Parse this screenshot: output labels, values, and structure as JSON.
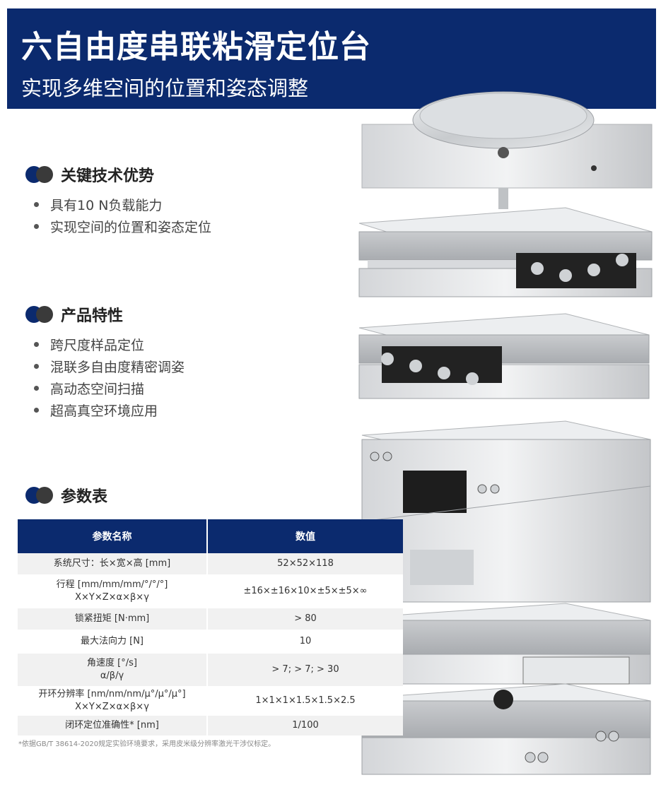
{
  "header": {
    "title": "六自由度串联粘滑定位台",
    "subtitle": "实现多维空间的位置和姿态调整"
  },
  "sections": {
    "advantages": {
      "title": "关键技术优势",
      "items": [
        "具有10 N负载能力",
        "实现空间的位置和姿态定位"
      ]
    },
    "features": {
      "title": "产品特性",
      "items": [
        "跨尺度样品定位",
        "混联多自由度精密调姿",
        "高动态空间扫描",
        "超高真空环境应用"
      ]
    },
    "params": {
      "title": "参数表"
    }
  },
  "table": {
    "headers": [
      "参数名称",
      "数值"
    ],
    "rows": [
      {
        "name": [
          "系统尺寸：长×宽×高 [mm]"
        ],
        "value": "52×52×118"
      },
      {
        "name": [
          "行程 [mm/mm/mm/°/°/°]",
          "X×Y×Z×α×β×γ"
        ],
        "value": "±16×±16×10×±5×±5×∞"
      },
      {
        "name": [
          "锁紧扭矩 [N·mm]"
        ],
        "value": "> 80"
      },
      {
        "name": [
          "最大法向力 [N]"
        ],
        "value": "10"
      },
      {
        "name": [
          "角速度 [°/s]",
          "α/β/γ"
        ],
        "value": "> 7; > 7; > 30"
      },
      {
        "name": [
          "开环分辨率 [nm/nm/nm/μ°/μ°/μ°]",
          "X×Y×Z×α×β×γ"
        ],
        "value": "1×1×1×1.5×1.5×2.5"
      },
      {
        "name": [
          "闭环定位准确性* [nm]"
        ],
        "value": "1/100"
      }
    ]
  },
  "footnote": "*依据GB/T 38614-2020规定实验环境要求，采用皮米级分辨率激光干涉仪标定。",
  "colors": {
    "brand": "#0b2a6e",
    "dark_dot": "#3a3a3a",
    "row_alt": "#f1f1f1"
  },
  "icons": {
    "section_marker": "double-dot-icon",
    "bullet": "bullet-dot-icon"
  }
}
